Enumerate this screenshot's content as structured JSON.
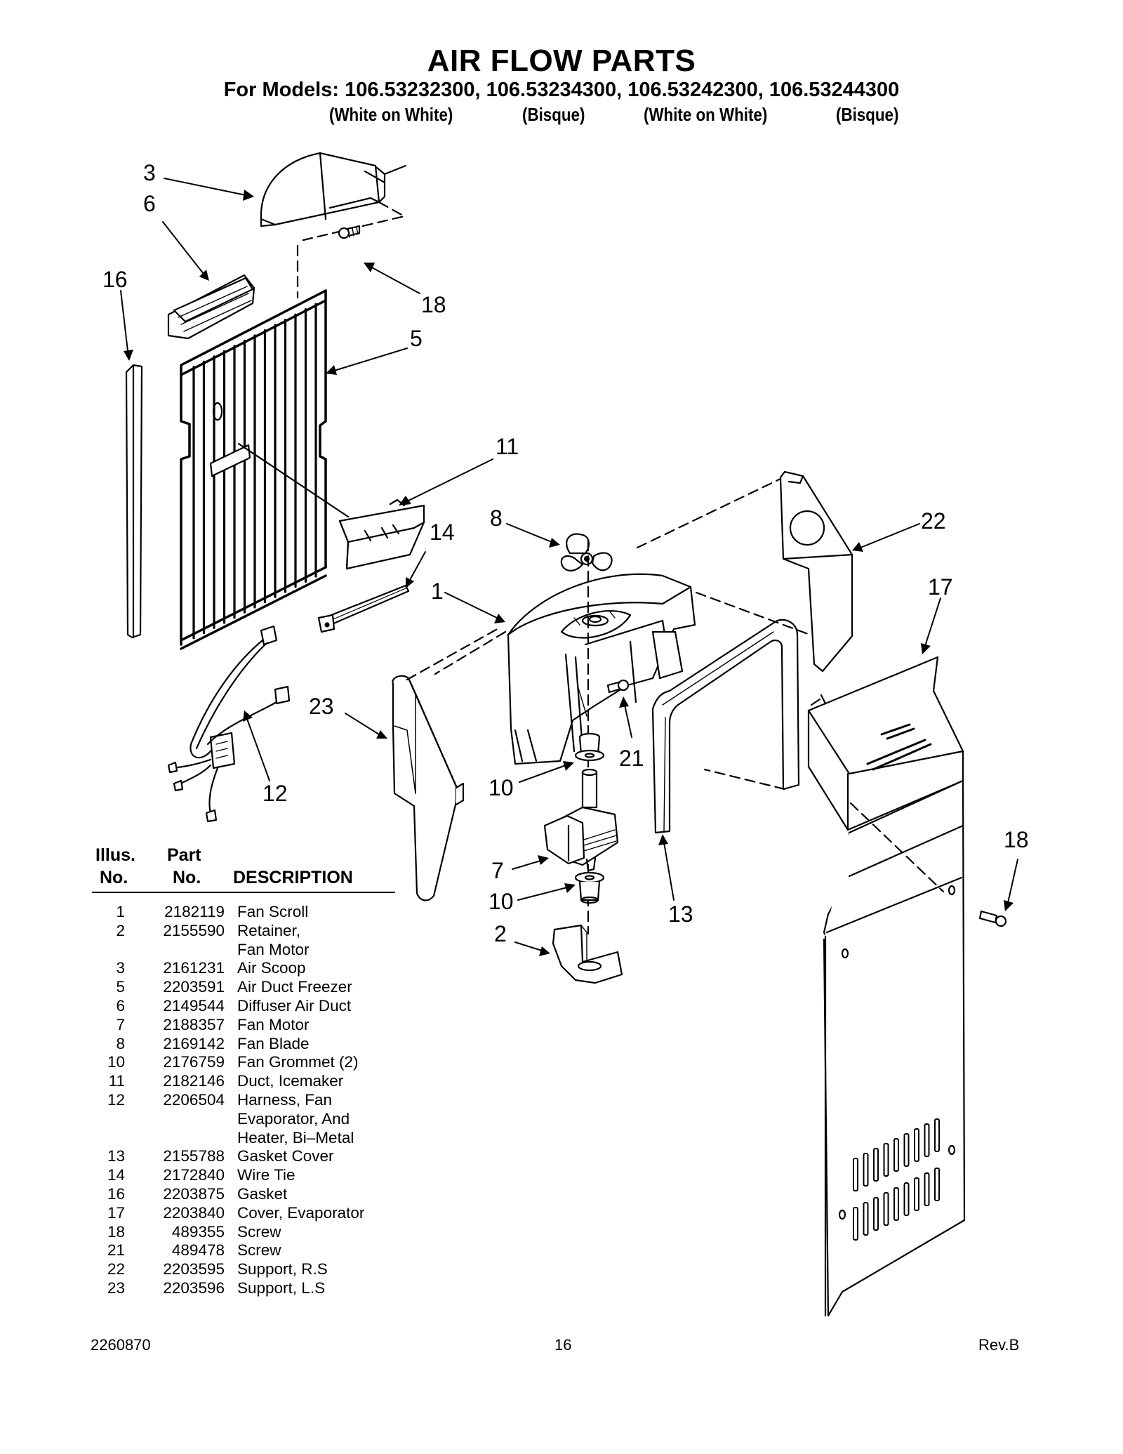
{
  "header": {
    "title": "AIR FLOW PARTS",
    "subtitle": "For Models: 106.53232300, 106.53234300, 106.53242300, 106.53244300",
    "finishes": [
      "(White on White)",
      "(Bisque)",
      "(White on White)",
      "(Bisque)"
    ]
  },
  "diagram": {
    "callouts": [
      "3",
      "6",
      "16",
      "18",
      "5",
      "11",
      "8",
      "14",
      "1",
      "22",
      "17",
      "23",
      "12",
      "21",
      "10",
      "7",
      "10",
      "2",
      "13",
      "18"
    ]
  },
  "table": {
    "header": {
      "illus_1": "Illus.",
      "illus_2": "No.",
      "part_1": "Part",
      "part_2": "No.",
      "description": "DESCRIPTION"
    },
    "rows": [
      {
        "illus": "1",
        "part": "2182119",
        "desc": "Fan Scroll"
      },
      {
        "illus": "2",
        "part": "2155590",
        "desc": "Retainer,"
      },
      {
        "illus": "",
        "part": "",
        "desc": "Fan Motor"
      },
      {
        "illus": "3",
        "part": "2161231",
        "desc": "Air Scoop"
      },
      {
        "illus": "5",
        "part": "2203591",
        "desc": "Air Duct Freezer"
      },
      {
        "illus": "6",
        "part": "2149544",
        "desc": "Diffuser Air Duct"
      },
      {
        "illus": "7",
        "part": "2188357",
        "desc": "Fan Motor"
      },
      {
        "illus": "8",
        "part": "2169142",
        "desc": "Fan Blade"
      },
      {
        "illus": "10",
        "part": "2176759",
        "desc": "Fan Grommet (2)"
      },
      {
        "illus": "11",
        "part": "2182146",
        "desc": "Duct, Icemaker"
      },
      {
        "illus": "12",
        "part": "2206504",
        "desc": "Harness, Fan"
      },
      {
        "illus": "",
        "part": "",
        "desc": "Evaporator, And"
      },
      {
        "illus": "",
        "part": "",
        "desc": "Heater, Bi–Metal"
      },
      {
        "illus": "13",
        "part": "2155788",
        "desc": "Gasket Cover"
      },
      {
        "illus": "14",
        "part": "2172840",
        "desc": "Wire Tie"
      },
      {
        "illus": "16",
        "part": "2203875",
        "desc": "Gasket"
      },
      {
        "illus": "17",
        "part": "2203840",
        "desc": "Cover, Evaporator"
      },
      {
        "illus": "18",
        "part": "489355",
        "desc": "Screw"
      },
      {
        "illus": "21",
        "part": "489478",
        "desc": "Screw"
      },
      {
        "illus": "22",
        "part": "2203595",
        "desc": "Support, R.S"
      },
      {
        "illus": "23",
        "part": "2203596",
        "desc": "Support, L.S"
      }
    ]
  },
  "footer": {
    "doc_number": "2260870",
    "page_number": "16",
    "revision": "Rev.B"
  }
}
